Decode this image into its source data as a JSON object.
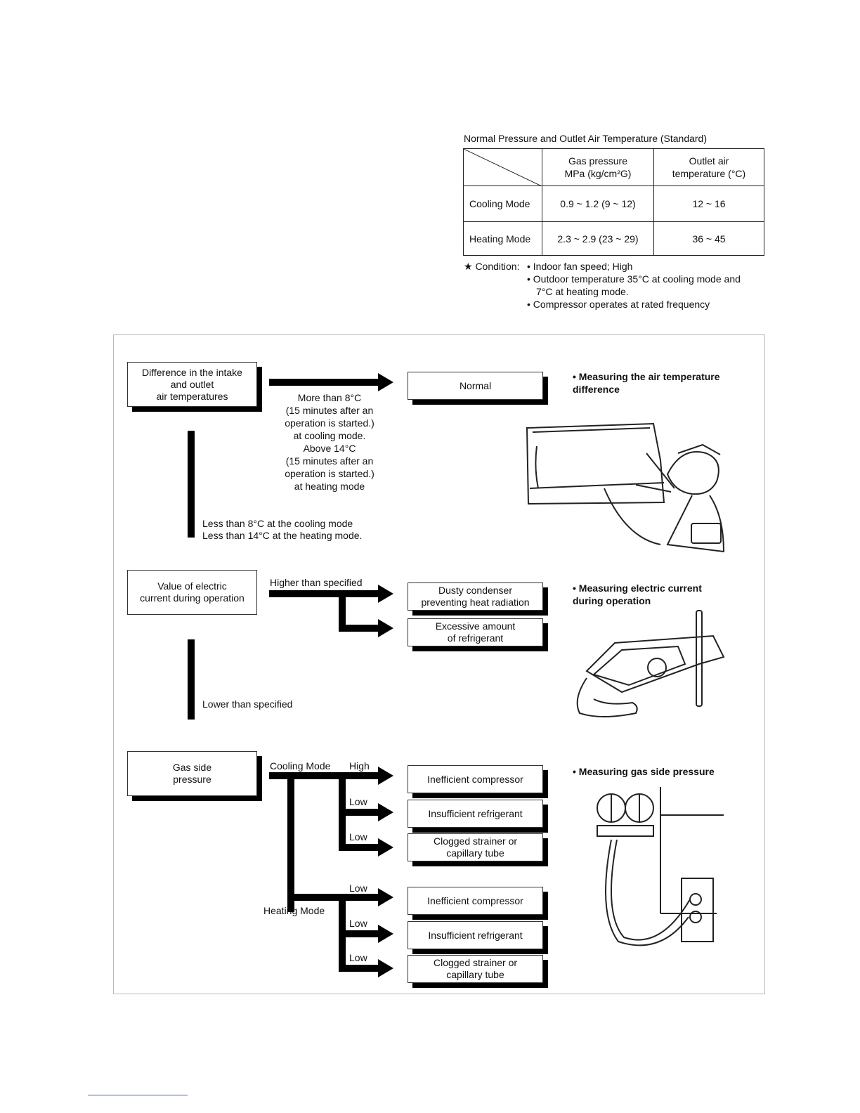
{
  "table": {
    "caption": "Normal Pressure and Outlet Air Temperature (Standard)",
    "col_headers": [
      "Gas pressure\nMPa (kg/cm²G)",
      "Outlet air\ntemperature (°C)"
    ],
    "rows": [
      {
        "label": "Cooling Mode",
        "pressure": "0.9 ~ 1.2 (9 ~ 12)",
        "temp": "12 ~ 16"
      },
      {
        "label": "Heating Mode",
        "pressure": "2.3 ~ 2.9 (23 ~ 29)",
        "temp": "36 ~ 45"
      }
    ],
    "condition_prefix": "★ Condition:",
    "conditions": [
      "• Indoor fan speed; High",
      "• Outdoor temperature 35°C at cooling mode and",
      "7°C at heating mode.",
      "• Compressor operates at rated frequency"
    ]
  },
  "flow": {
    "temp_box": "Difference in the intake\nand outlet\nair temperatures",
    "normal_box": "Normal",
    "temp_criteria": "More than 8°C\n(15 minutes after an\noperation is started.)\nat cooling mode.\nAbove 14°C\n(15 minutes after an\noperation is started.)\nat heating mode",
    "temp_less": "Less than 8°C at the cooling mode\nLess than 14°C at the heating mode.",
    "temp_bullet": "•  Measuring the air temperature\n    difference",
    "current_box": "Value of electric\ncurrent during operation",
    "higher_label": "Higher than specified",
    "dusty_box": "Dusty condenser\npreventing heat radiation",
    "excess_box": "Excessive amount\nof refrigerant",
    "lower_label": "Lower than specified",
    "current_bullet": "•  Measuring electric current\n    during operation",
    "gas_box": "Gas side\npressure",
    "cooling_mode": "Cooling Mode",
    "heating_mode": "Heating Mode",
    "high": "High",
    "low": "Low",
    "inefficient": "Inefficient compressor",
    "insufficient": "Insufficient refrigerant",
    "clogged": "Clogged strainer or\ncapillary tube",
    "gas_bullet": "•  Measuring gas side pressure"
  }
}
